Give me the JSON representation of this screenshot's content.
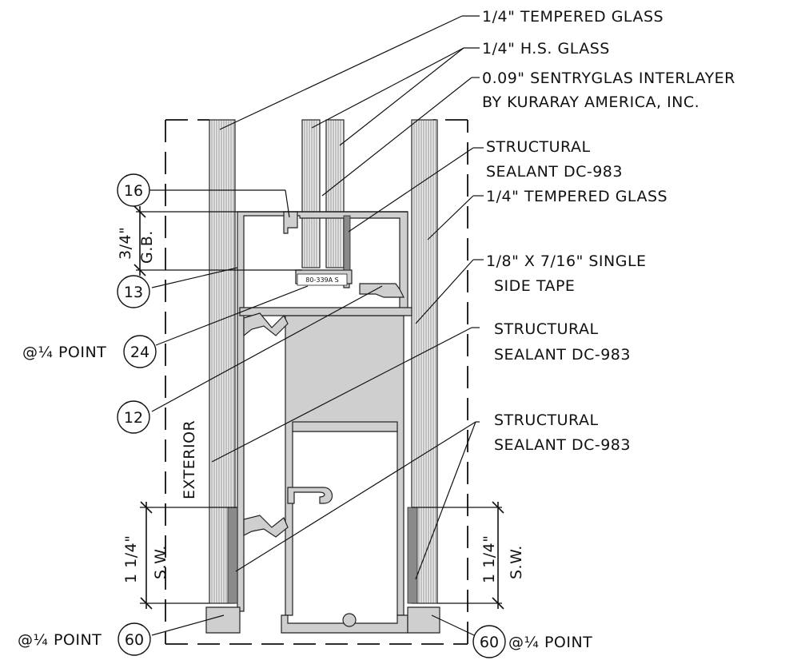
{
  "callouts": {
    "glass_outer_top": "1/4\" TEMPERED GLASS",
    "glass_hs": "1/4\" H.S. GLASS",
    "interlayer_line1": "0.09\" SENTRYGLAS INTERLAYER",
    "interlayer_line2": "BY KURARAY AMERICA, INC.",
    "sealant_top_line1": "STRUCTURAL",
    "sealant_top_line2": "SEALANT DC-983",
    "glass_inner": "1/4\" TEMPERED GLASS",
    "tape_line1": "1/8\" X 7/16\" SINGLE",
    "tape_line2": "SIDE TAPE",
    "sealant_mid_line1": "STRUCTURAL",
    "sealant_mid_line2": "SEALANT DC-983",
    "sealant_low_line1": "STRUCTURAL",
    "sealant_low_line2": "SEALANT DC-983"
  },
  "tags": {
    "t16": "16",
    "t13": "13",
    "t24": "24",
    "t12": "12",
    "t60_left": "60",
    "t60_right": "60"
  },
  "notes": {
    "quarter_point_left_24": "@¼ POINT",
    "quarter_point_left_60": "@¼ POINT",
    "quarter_point_right_60": "@¼ POINT",
    "exterior": "EXTERIOR",
    "part_number": "80-339A S"
  },
  "dimensions": {
    "gb_value": "3/4\"",
    "gb_label": "G.B.",
    "sw_left_value": "1 1/4\"",
    "sw_left_label": "S.W.",
    "sw_right_value": "1 1/4\"",
    "sw_right_label": "S.W."
  },
  "colors": {
    "aluminum": "#cfcfcf",
    "glass": "#ededed",
    "line": "#111111"
  }
}
